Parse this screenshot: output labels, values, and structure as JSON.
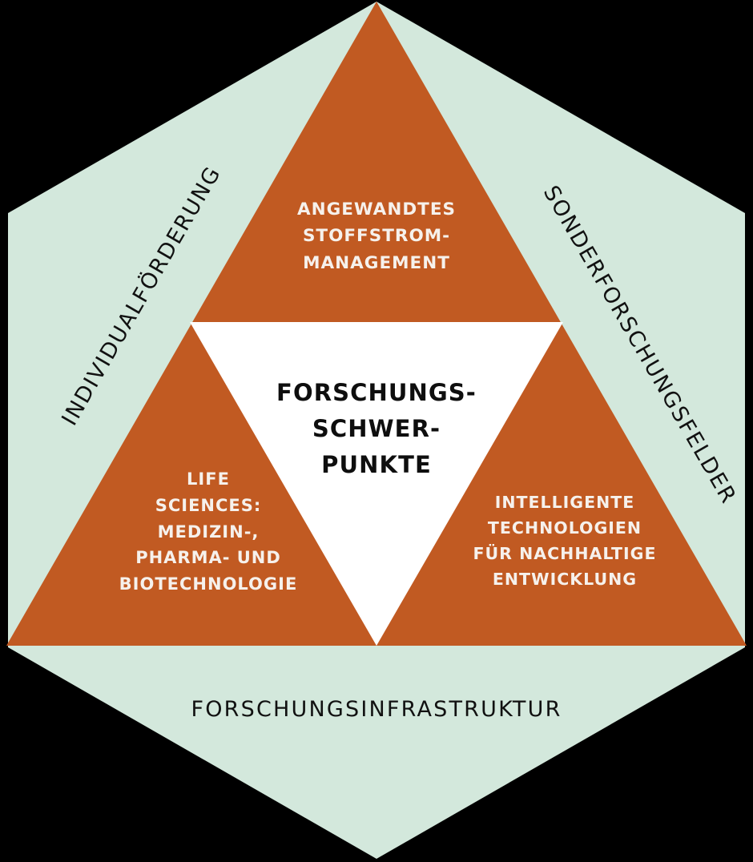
{
  "diagram": {
    "type": "triangle-in-hexagon",
    "title": "Forschungsschwerpunkte",
    "colors": {
      "background": "#000000",
      "hexagon_fill": "#D3E8DC",
      "triangle_fill": "#C15A22",
      "inner_triangle_fill": "#FFFFFF",
      "triangle_text": "#F6F1EC",
      "center_text": "#0E0E0E",
      "edge_text": "#111111"
    },
    "center": {
      "text": "FORSCHUNGS-\nSCHWER-\nPUNKTE"
    },
    "corners": [
      {
        "position": "top",
        "text": "ANGEWANDTES\nSTOFFSTROM-\nMANAGEMENT"
      },
      {
        "position": "bottom-left",
        "text": "LIFE\nSCIENCES:\nMEDIZIN-,\nPHARMA- UND\nBIOTECHNOLOGIE"
      },
      {
        "position": "bottom-right",
        "text": "INTELLIGENTE\nTECHNOLOGIEN\nFÜR NACHHALTIGE\nENTWICKLUNG"
      }
    ],
    "edges": [
      {
        "position": "left",
        "text": "INDIVIDUALFÖRDERUNG",
        "rotation_deg": -60
      },
      {
        "position": "right",
        "text": "SONDERFORSCHUNGSFELDER",
        "rotation_deg": 60
      },
      {
        "position": "bottom",
        "text": "FORSCHUNGSINFRASTRUKTUR",
        "rotation_deg": 0
      }
    ]
  }
}
